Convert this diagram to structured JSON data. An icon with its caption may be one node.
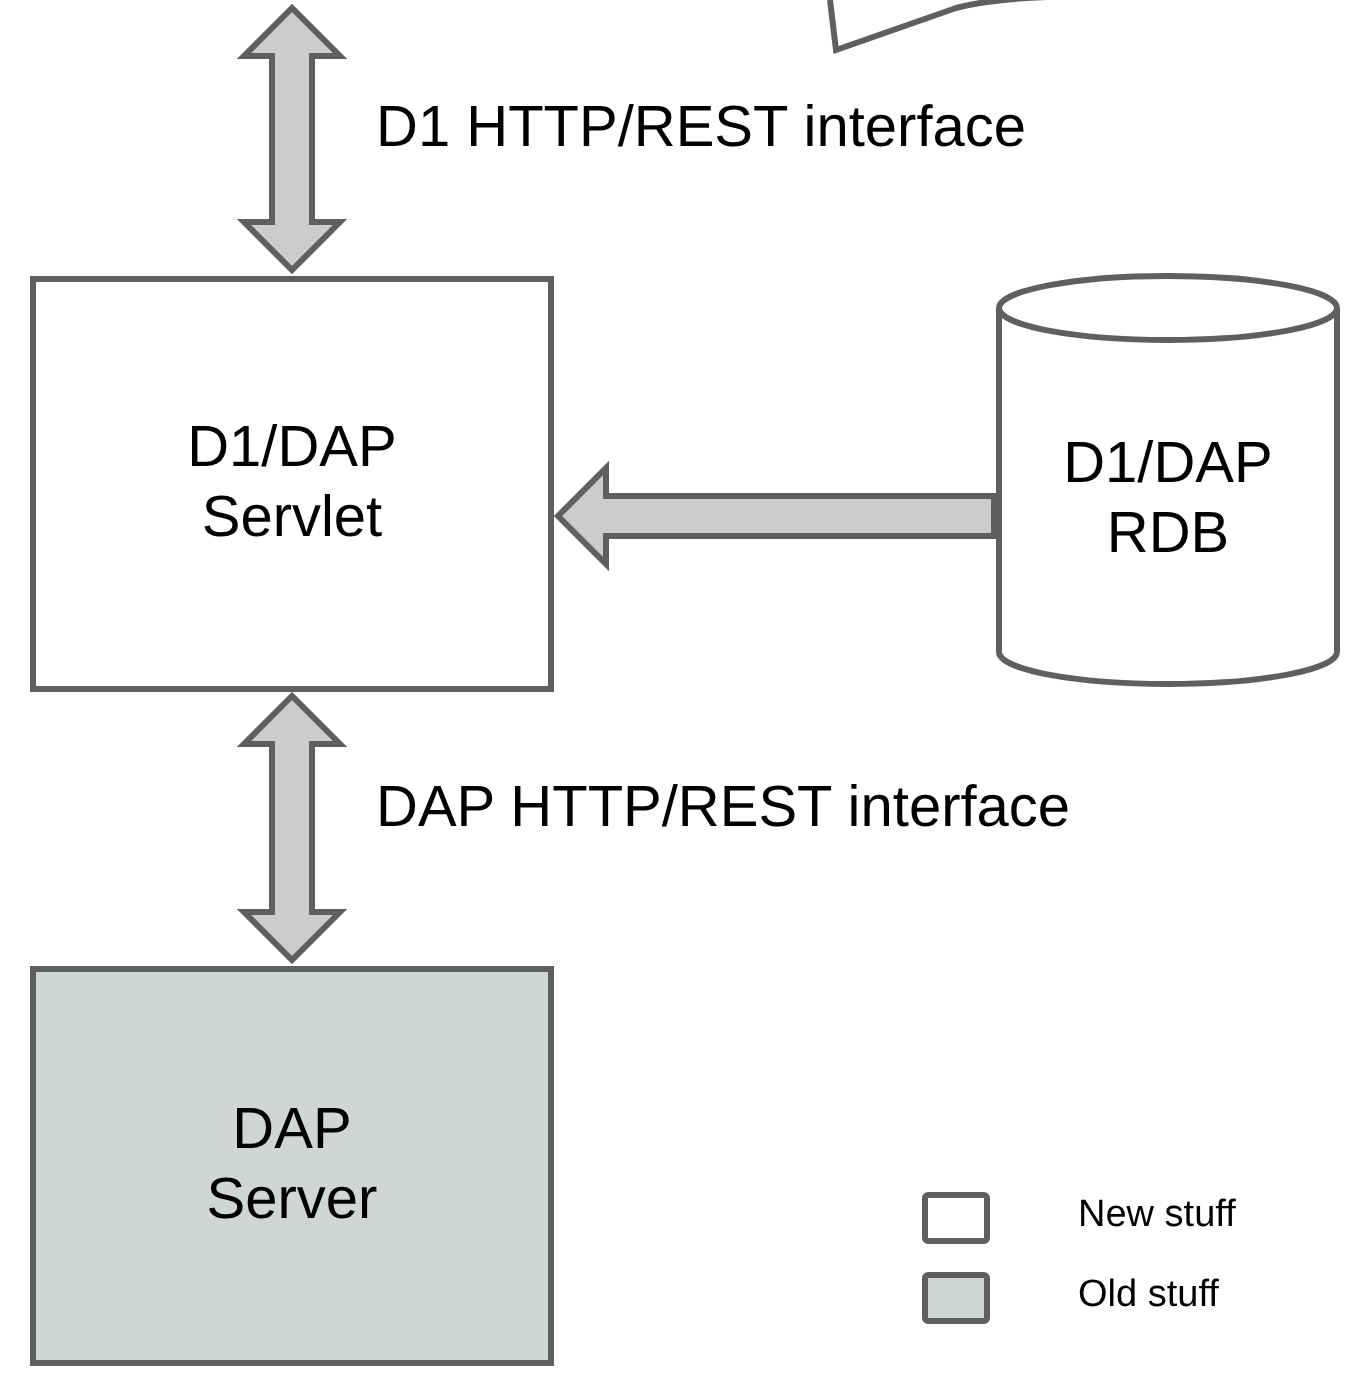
{
  "diagram": {
    "nodes": [
      {
        "text": [],
        "shape": "cloud"
      },
      {
        "text": [
          "D1/DAP Servlet"
        ]
      },
      {
        "text": [
          "D1/DAP RDB"
        ]
      },
      {
        "text": [
          "DAP Server"
        ]
      }
    ],
    "edges": [
      {
        "from": null,
        "to": 1,
        "arrow": "both"
      },
      {
        "from": 2,
        "to": 1,
        "arrow": "to"
      },
      {
        "from": 1,
        "to": 3,
        "arrow": "both"
      }
    ],
    "labels": [
      "D1 HTTP/REST interface",
      "DAP HTTP/REST interface"
    ],
    "legend": [
      {
        "text": "New stuff",
        "color": "#ffffff"
      },
      {
        "text": "Old stuff",
        "color": "#d0d5d5"
      }
    ]
  }
}
